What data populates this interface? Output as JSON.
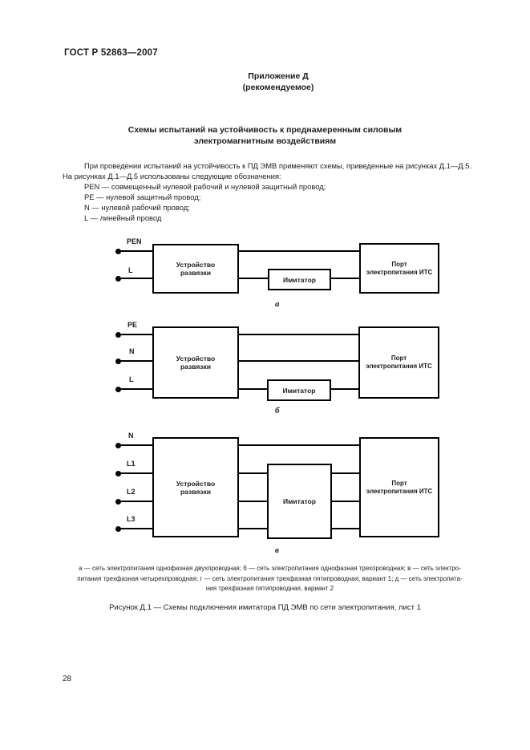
{
  "page": {
    "number": "28"
  },
  "header": {
    "standard": "ГОСТ Р 52863—2007"
  },
  "annex": {
    "title": "Приложение Д",
    "subtitle": "(рекомендуемое)"
  },
  "section_title": {
    "line1": "Схемы испытаний на устойчивость к преднамеренным силовым",
    "line2": "электромагнитным воздействиям"
  },
  "intro": {
    "line1": "При проведении испытаний на устойчивость к ПД ЭМВ применяют схемы, приведенные на рисунках Д.1—Д.5.",
    "line2": "На рисунках Д.1—Д.5 использованы следующие обозначения:"
  },
  "legend": {
    "items": [
      "PEN — совмещенный нулевой рабочий и нулевой защитный провод;",
      "PE — нулевой защитный провод;",
      "N — нулевой рабочий провод;",
      "L — линейный провод"
    ]
  },
  "diagrams": {
    "shared": {
      "decoupler_line1": "Устройство",
      "decoupler_line2": "развязки",
      "imitator": "Имитатор",
      "port_line1": "Порт",
      "port_line2": "электропитания ИТС"
    },
    "a": {
      "sublabel": "а",
      "terminals": [
        "PEN",
        "L"
      ]
    },
    "b": {
      "sublabel": "б",
      "terminals": [
        "PE",
        "N",
        "L"
      ]
    },
    "v": {
      "sublabel": "в",
      "terminals": [
        "N",
        "L1",
        "L2",
        "L3"
      ]
    }
  },
  "caption": {
    "note_line1": "а — сеть электропитания однофазная двухпроводная; б — сеть электропитания однофазная трехпроводная; в — сеть электро-",
    "note_line2": "питания трехфазная четырехпроводная; г — сеть электропитания трехфазная пятипроводная, вариант 1; д — сеть электропита-",
    "note_line3": "ния трехфазная пятипроводная, вариант 2",
    "figure": "Рисунок Д.1 — Схемы подключения имитатора ПД ЭМВ по сети электропитания, лист 1"
  }
}
